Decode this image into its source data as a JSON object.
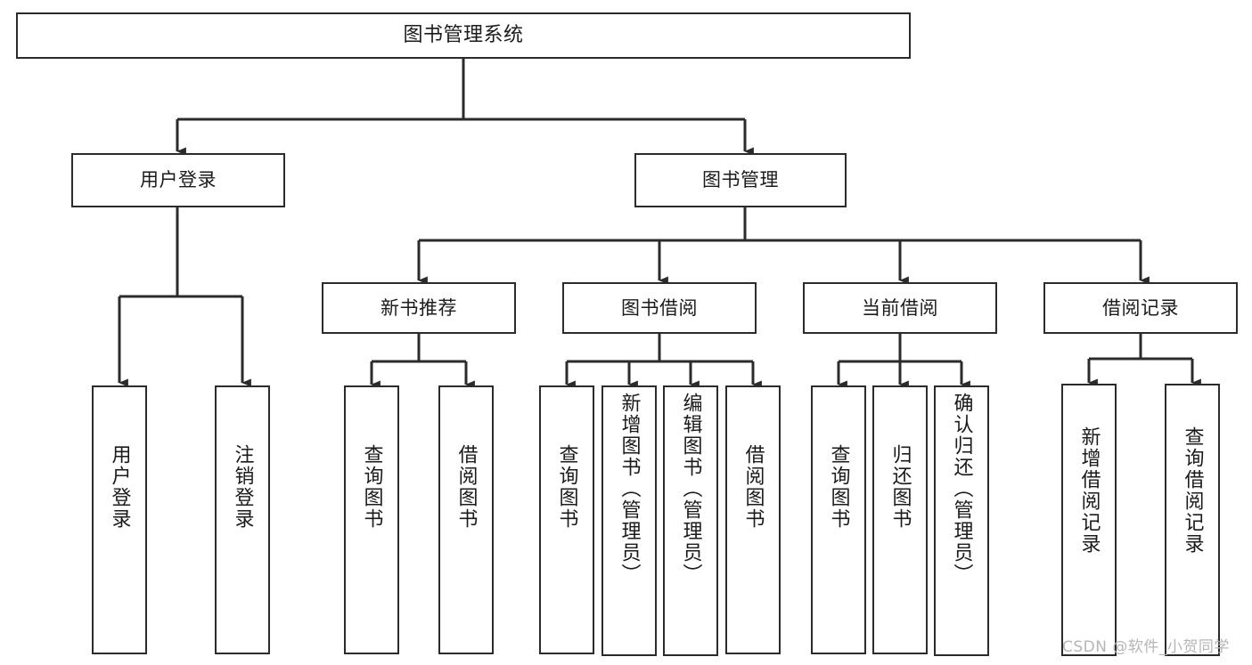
{
  "diagram": {
    "title": "图书管理系统",
    "type": "tree-hierarchy-diagram",
    "watermark": "CSDN @软件_小贺同学",
    "style": {
      "stroke": "#2b2b2b",
      "fill": "#ffffff",
      "text": "#1b1b1b",
      "watermark_color": "#b6b6b6"
    },
    "root": {
      "label": "图书管理系统"
    },
    "level1": [
      {
        "label": "用户登录"
      },
      {
        "label": "图书管理"
      }
    ],
    "level2": [
      {
        "label": "新书推荐"
      },
      {
        "label": "图书借阅"
      },
      {
        "label": "当前借阅"
      },
      {
        "label": "借阅记录"
      }
    ],
    "leaves": {
      "user_login": [
        {
          "label": "用户登录"
        },
        {
          "label": "注销登录"
        }
      ],
      "new_book_recommend": [
        {
          "label": "查询图书"
        },
        {
          "label": "借阅图书"
        }
      ],
      "book_borrow": [
        {
          "label": "查询图书"
        },
        {
          "label": "新增图书（管理员）"
        },
        {
          "label": "编辑图书（管理员）"
        },
        {
          "label": "借阅图书"
        }
      ],
      "current_borrow": [
        {
          "label": "查询图书"
        },
        {
          "label": "归还图书"
        },
        {
          "label": "确认归还（管理员）"
        }
      ],
      "borrow_record": [
        {
          "label": "新增借阅记录"
        },
        {
          "label": "查询借阅记录"
        }
      ]
    }
  }
}
